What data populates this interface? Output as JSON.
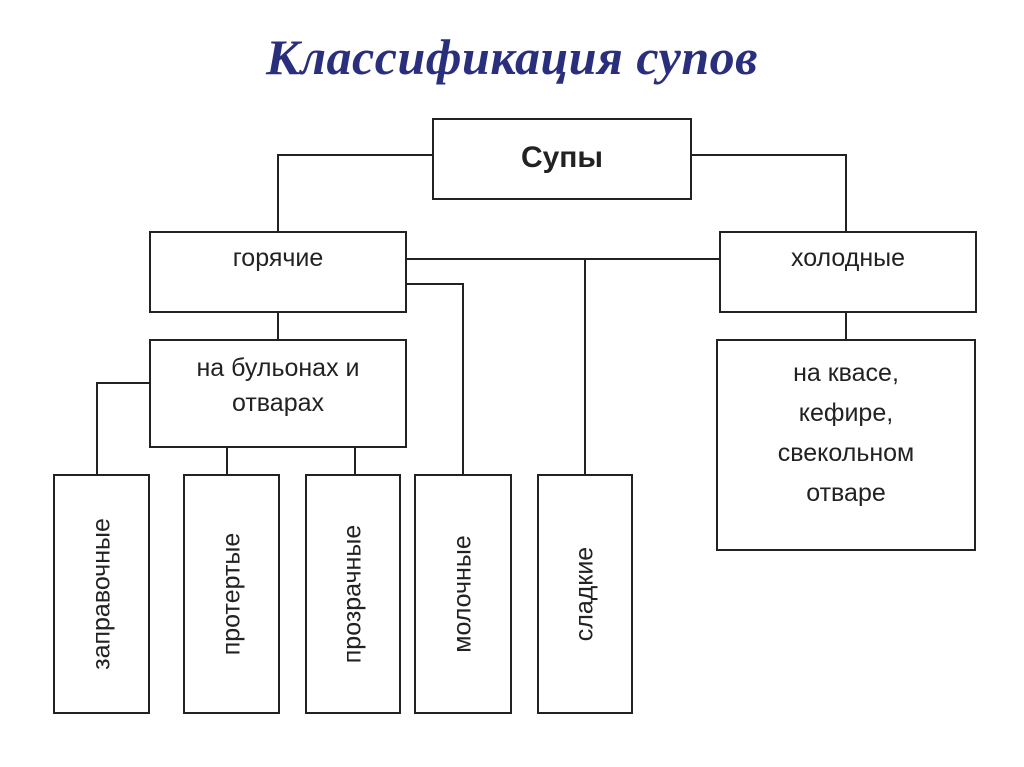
{
  "title": "Классификация супов",
  "root": {
    "label": "Супы"
  },
  "hot": {
    "label": "горячие",
    "broth": {
      "line1": "на бульонах и",
      "line2": "отварах"
    }
  },
  "cold": {
    "label": "холодные",
    "base": {
      "line1": "на квасе,",
      "line2": "кефире,",
      "line3": "свекольном",
      "line4": "отваре"
    }
  },
  "leaves": {
    "dressing": "заправочные",
    "pureed": "протертые",
    "clear": "прозрачные",
    "milk": "молочные",
    "sweet": "сладкие"
  }
}
